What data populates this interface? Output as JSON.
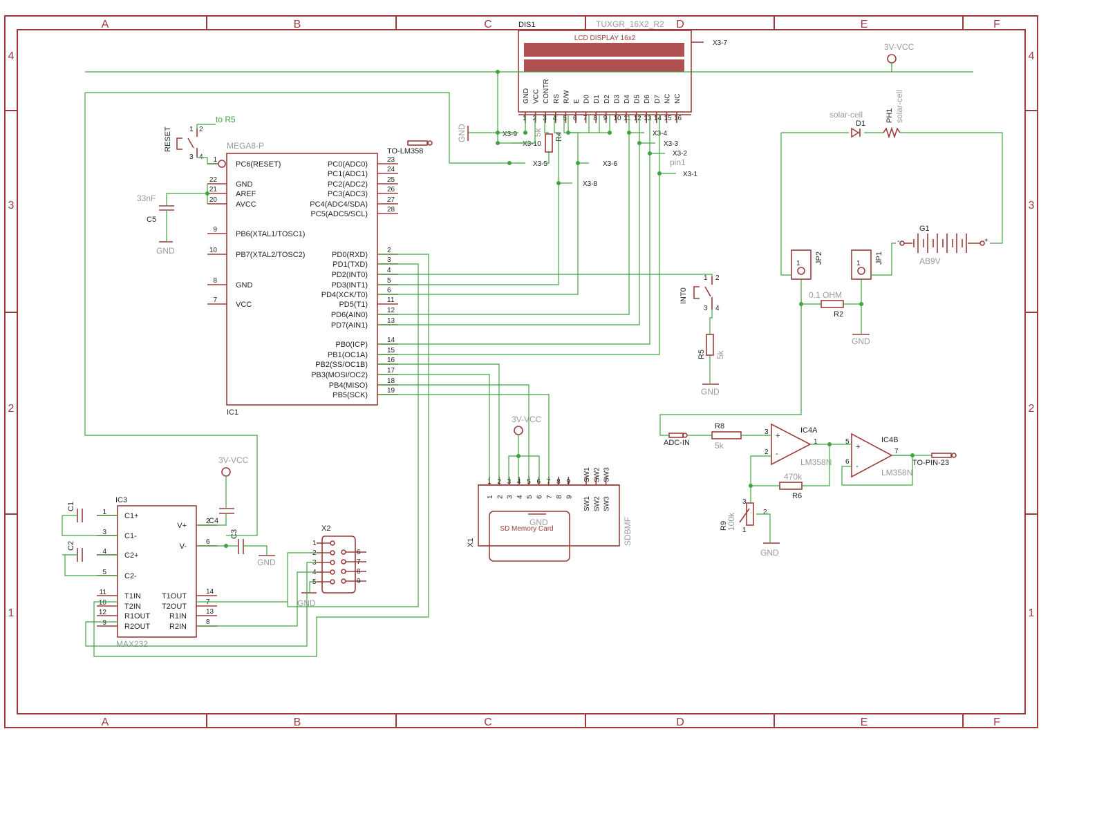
{
  "sheet": {
    "grid_columns": [
      "A",
      "B",
      "C",
      "D",
      "E",
      "F"
    ],
    "grid_rows": [
      "4",
      "3",
      "2",
      "1"
    ],
    "colors": {
      "frame": "#9b3b3b",
      "wire": "#3fa33f",
      "text": "#222222",
      "gray_text": "#9a9a9a",
      "lcd_bar": "#b05050"
    }
  },
  "lcd": {
    "name": "DIS1",
    "part": "TUXGR_16X2_R2",
    "title": "LCD DISPLAY 16x2",
    "pins": [
      "GND",
      "VCC",
      "CONTR",
      "RS",
      "R/W",
      "E",
      "D0",
      "D1",
      "D2",
      "D3",
      "D4",
      "D5",
      "D6",
      "D7",
      "NC",
      "NC"
    ],
    "pin_numbers": [
      "1",
      "2",
      "3",
      "4",
      "5",
      "6",
      "7",
      "8",
      "9",
      "10",
      "11",
      "12",
      "13",
      "14",
      "15",
      "16"
    ],
    "net_x37": "X3-7"
  },
  "mcu": {
    "name": "IC1",
    "part": "MEGA8-P",
    "reset_label": "RESET",
    "to_r5": "to R5",
    "to_lm358": "TO-LM358",
    "left_pins": [
      {
        "num": "1",
        "name": "PC6(RESET)"
      },
      {
        "num": "22",
        "name": "GND"
      },
      {
        "num": "21",
        "name": "AREF"
      },
      {
        "num": "20",
        "name": "AVCC"
      },
      {
        "num": "9",
        "name": "PB6(XTAL1/TOSC1)"
      },
      {
        "num": "10",
        "name": "PB7(XTAL2/TOSC2)"
      },
      {
        "num": "8",
        "name": "GND"
      },
      {
        "num": "7",
        "name": "VCC"
      }
    ],
    "right_pins": [
      {
        "num": "23",
        "name": "PC0(ADC0)"
      },
      {
        "num": "24",
        "name": "PC1(ADC1)"
      },
      {
        "num": "25",
        "name": "PC2(ADC2)"
      },
      {
        "num": "26",
        "name": "PC3(ADC3)"
      },
      {
        "num": "27",
        "name": "PC4(ADC4/SDA)"
      },
      {
        "num": "28",
        "name": "PC5(ADC5/SCL)"
      },
      {
        "num": "2",
        "name": "PD0(RXD)"
      },
      {
        "num": "3",
        "name": "PD1(TXD)"
      },
      {
        "num": "4",
        "name": "PD2(INT0)"
      },
      {
        "num": "5",
        "name": "PD3(INT1)"
      },
      {
        "num": "6",
        "name": "PD4(XCK/T0)"
      },
      {
        "num": "11",
        "name": "PD5(T1)"
      },
      {
        "num": "12",
        "name": "PD6(AIN0)"
      },
      {
        "num": "13",
        "name": "PD7(AIN1)"
      },
      {
        "num": "14",
        "name": "PB0(ICP)"
      },
      {
        "num": "15",
        "name": "PB1(OC1A)"
      },
      {
        "num": "16",
        "name": "PB2(SS/OC1B)"
      },
      {
        "num": "17",
        "name": "PB3(MOSI/OC2)"
      },
      {
        "num": "18",
        "name": "PB4(MISO)"
      },
      {
        "num": "19",
        "name": "PB5(SCK)"
      }
    ]
  },
  "c5": {
    "name": "C5",
    "value": "33nF",
    "gnd": "GND"
  },
  "r4": {
    "name": "R4",
    "value": "5k"
  },
  "nets": {
    "gnd_top": "GND",
    "x39": "X3-9",
    "x310": "X3-10",
    "x35": "X3-5",
    "x36": "X3-6",
    "x38": "X3-8",
    "x34": "X3-4",
    "x33": "X3-3",
    "x32": "X3-2",
    "pin1": "pin1",
    "x31": "X3-1"
  },
  "int0": {
    "label": "INT0",
    "r5_name": "R5",
    "r5_value": "5k",
    "gnd": "GND"
  },
  "power": {
    "vcc_top": "3V-VCC",
    "d1_name": "D1",
    "d1_value": "solar-cell",
    "ph1_name": "PH1",
    "ph1_value": "solar-cell",
    "g1_name": "G1",
    "g1_value": "AB9V",
    "jp2": "JP2",
    "jp1": "JP1",
    "r2_value": "0.1 OHM",
    "r2_name": "R2",
    "gnd": "GND"
  },
  "sd": {
    "name": "X1",
    "part": "SDBMF",
    "vcc": "3V-VCC",
    "gnd": "GND",
    "card": "SD Memory Card",
    "pins": [
      "1",
      "2",
      "3",
      "4",
      "5",
      "6",
      "7",
      "8",
      "9"
    ],
    "sw": [
      "SW1",
      "SW2",
      "SW3"
    ]
  },
  "opamp": {
    "adc_in": "ADC-IN",
    "r8_name": "R8",
    "r8_value": "5k",
    "ic4a": "IC4A",
    "ic4a_part": "LM358N",
    "ic4b": "IC4B",
    "ic4b_part": "LM358N",
    "to_pin23": "TO-PIN-23",
    "r6_value": "470k",
    "r6_name": "R6",
    "r9_name": "R9",
    "r9_value": "100k",
    "gnd": "GND",
    "pins": {
      "a_plus": "3",
      "a_minus": "2",
      "a_out": "1",
      "b_plus": "5",
      "b_minus": "6",
      "b_out": "7",
      "r9_1": "1",
      "r9_2": "2",
      "r9_3": "3"
    }
  },
  "max232": {
    "name": "IC3",
    "part": "MAX232",
    "c1": "C1",
    "c2": "C2",
    "c3": "C3",
    "c4": "C4",
    "vcc": "3V-VCC",
    "gnd": "GND",
    "left_pins": [
      {
        "num": "1",
        "name": "C1+"
      },
      {
        "num": "3",
        "name": "C1-"
      },
      {
        "num": "4",
        "name": "C2+"
      },
      {
        "num": "5",
        "name": "C2-"
      },
      {
        "num": "11",
        "name": "T1IN"
      },
      {
        "num": "10",
        "name": "T2IN"
      },
      {
        "num": "12",
        "name": "R1OUT"
      },
      {
        "num": "9",
        "name": "R2OUT"
      }
    ],
    "right_pins": [
      {
        "num": "2",
        "name": "V+"
      },
      {
        "num": "6",
        "name": "V-"
      },
      {
        "num": "14",
        "name": "T1OUT"
      },
      {
        "num": "7",
        "name": "T2OUT"
      },
      {
        "num": "13",
        "name": "R1IN"
      },
      {
        "num": "8",
        "name": "R2IN"
      }
    ]
  },
  "x2": {
    "name": "X2",
    "gnd": "GND",
    "left": [
      "1",
      "2",
      "3",
      "4",
      "5"
    ],
    "right": [
      "6",
      "7",
      "8",
      "9"
    ]
  }
}
